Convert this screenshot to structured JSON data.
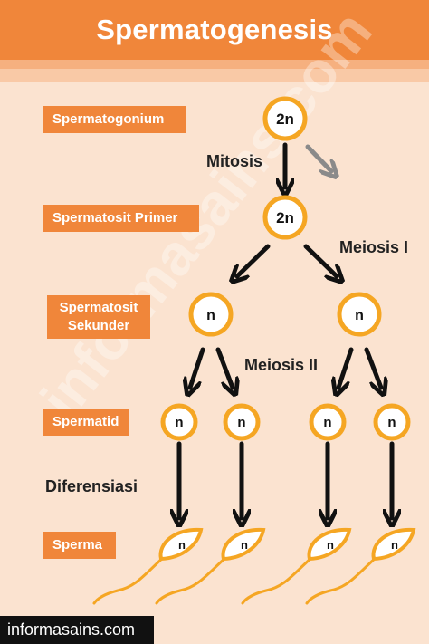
{
  "header": {
    "title": "Spermatogenesis"
  },
  "stages": {
    "spermatogonium": "Spermatogonium",
    "spermatosit_primer": "Spermatosit Primer",
    "spermatosit_sekunder_line1": "Spermatosit",
    "spermatosit_sekunder_line2": "Sekunder",
    "spermatid": "Spermatid",
    "sperma": "Sperma"
  },
  "processes": {
    "mitosis": "Mitosis",
    "meiosis_1": "Meiosis I",
    "meiosis_2": "Meiosis II",
    "diferensiasi": "Diferensiasi"
  },
  "cells": {
    "spermatogonium": "2n",
    "spermatosit_primer": "2n",
    "spermatosit_sekunder": [
      "n",
      "n"
    ],
    "spermatid": [
      "n",
      "n",
      "n",
      "n"
    ],
    "sperma": [
      "n",
      "n",
      "n",
      "n"
    ]
  },
  "watermark": "informasains.com",
  "footer": {
    "site": "informasains.com"
  },
  "colors": {
    "background": "#fbe3d0",
    "accent": "#f0863a",
    "cell_ring": "#f5a623",
    "cell_fill": "#ffffff",
    "arrow": "#111111",
    "arrow_faded": "#8a8a8a"
  }
}
